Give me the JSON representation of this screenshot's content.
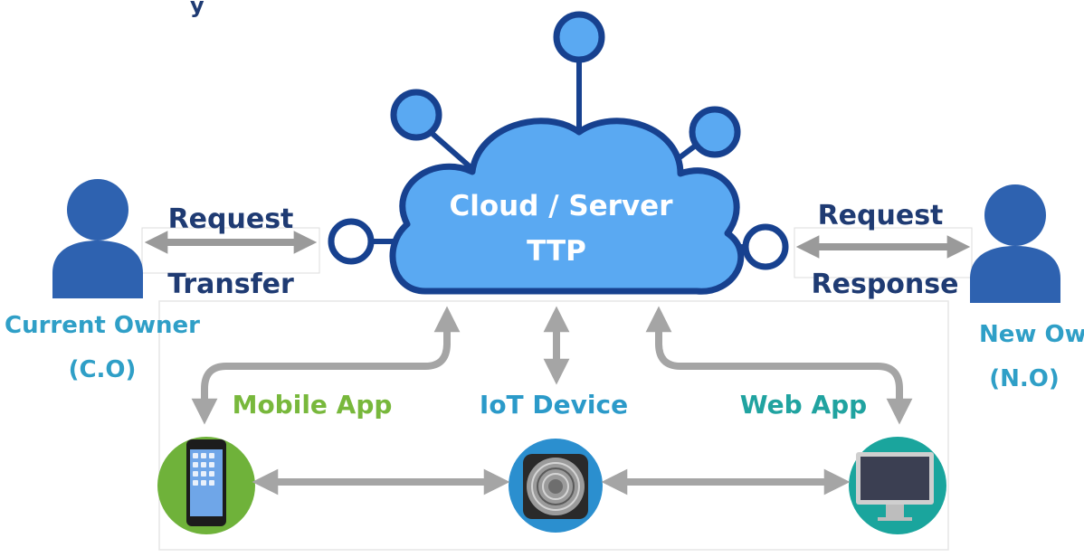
{
  "top_text": "y",
  "cloud": {
    "line1": "Cloud / Server",
    "line2": "TTP"
  },
  "left_link": {
    "top": "Request",
    "bottom": "Transfer"
  },
  "right_link": {
    "top": "Request",
    "bottom": "Response"
  },
  "current_owner": {
    "name": "Current Owner",
    "abbr": "(C.O)"
  },
  "new_owner": {
    "name": "New Owne",
    "abbr": "(N.O)"
  },
  "devices": {
    "mobile": "Mobile App",
    "iot": "IoT Device",
    "web": "Web App"
  },
  "colors": {
    "navy": "#1f3b73",
    "person": "#2e62b0",
    "cloud_fill": "#5aa9f2",
    "cloud_stroke": "#17418f",
    "arrow": "#9a9a9a",
    "owner_text": "#2f9fc7",
    "mobile_text": "#78b83c",
    "iot_text": "#2b9ac9",
    "web_text": "#20a3a0",
    "mobile_circle": "#6fb23a",
    "iot_circle": "#2b8fcf",
    "web_circle": "#1aa59d"
  },
  "icons": {
    "current_owner": "person-icon",
    "new_owner": "person-icon",
    "mobile": "smartphone-icon",
    "iot": "iot-speaker-icon",
    "web": "monitor-icon"
  }
}
